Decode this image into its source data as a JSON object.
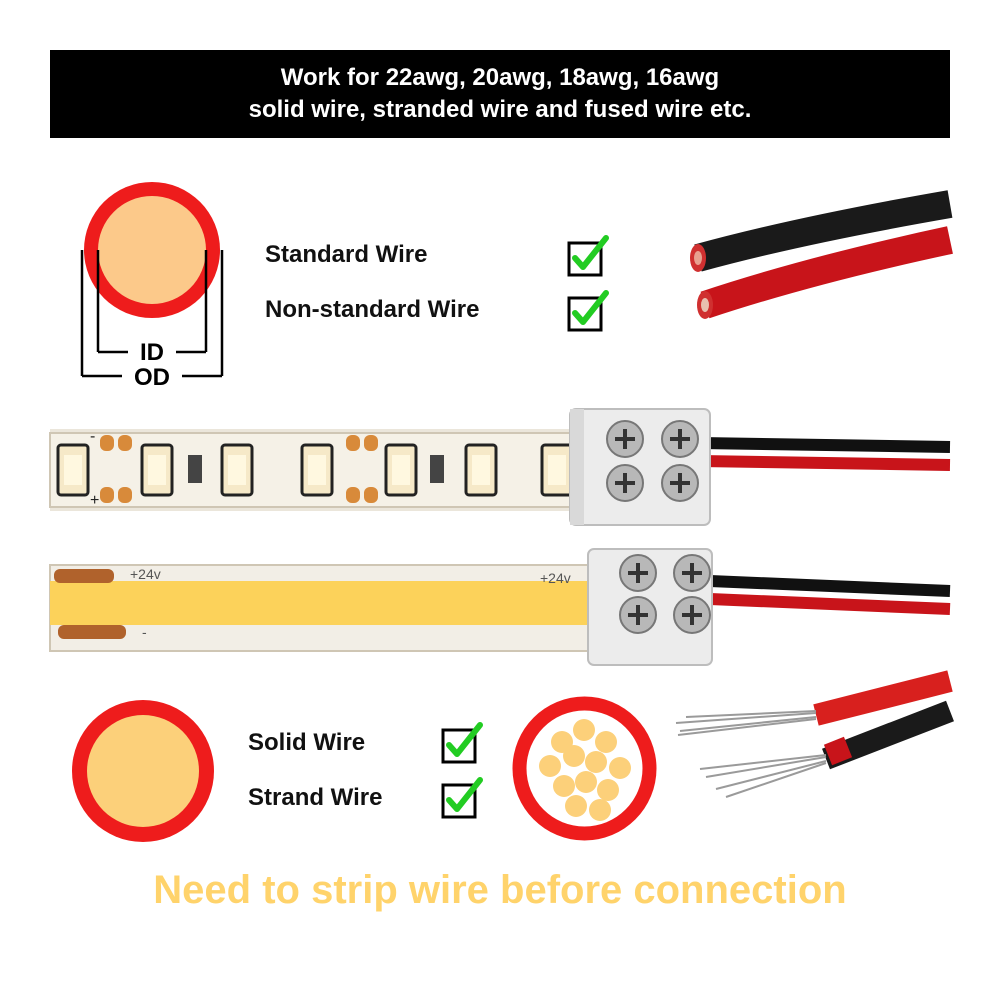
{
  "banner": {
    "line1": "Work for 22awg, 20awg, 18awg, 16awg",
    "line2": "solid wire, stranded wire and fused wire etc."
  },
  "diameter_diagram": {
    "id_label": "ID",
    "od_label": "OD"
  },
  "wire_types_top": [
    {
      "label": "Standard Wire",
      "checked": true
    },
    {
      "label": "Non-standard Wire",
      "checked": true
    }
  ],
  "led_strip_smd": {
    "pad_minus": "-",
    "pad_plus": "+"
  },
  "led_strip_cob": {
    "voltage_label": "+24v",
    "minus_label": "-"
  },
  "wire_types_bottom": [
    {
      "label": "Solid Wire",
      "checked": true
    },
    {
      "label": "Strand Wire",
      "checked": true
    }
  ],
  "footer": {
    "text": "Need to strip wire before connection"
  },
  "colors": {
    "wire_red": "#ee1c1c",
    "wire_core": "#fcd07a",
    "check_green": "#22cc22",
    "footer_yellow": "#ffd36b"
  },
  "icons": [
    "checkmark-icon",
    "wire-cross-section-icon",
    "connector-clip-icon"
  ]
}
